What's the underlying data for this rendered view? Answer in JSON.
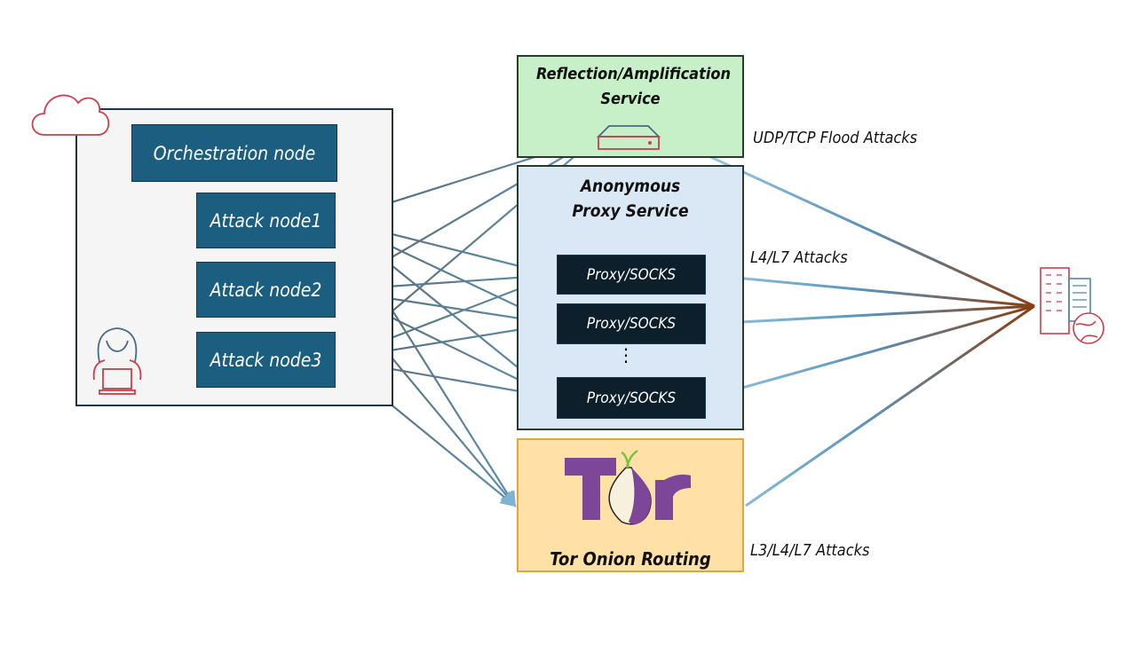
{
  "left_group": {
    "orchestration": "Orchestration node",
    "attack_nodes": [
      "Attack node1",
      "Attack node2",
      "Attack node3"
    ]
  },
  "reflection": {
    "title": "Reflection/Amplification Service",
    "label": "UDP/TCP Flood Attacks"
  },
  "proxy": {
    "title": "Anonymous Proxy Service",
    "label": "L4/L7 Attacks",
    "items": [
      "Proxy/SOCKS",
      "Proxy/SOCKS",
      "Proxy/SOCKS"
    ],
    "ellipsis": "⋮"
  },
  "tor": {
    "logo": "Tor",
    "title": "Tor Onion Routing",
    "label": "L3/L4/L7 Attacks"
  },
  "colors": {
    "node": "#1b5e80",
    "proxy_item": "#0e1f2c",
    "reflection_bg": "#c8f0c8",
    "proxy_bg": "#dae8f6",
    "tor_bg": "#ffe1a8",
    "tor_purple": "#7d4698",
    "icon_red": "#d23a4a"
  }
}
